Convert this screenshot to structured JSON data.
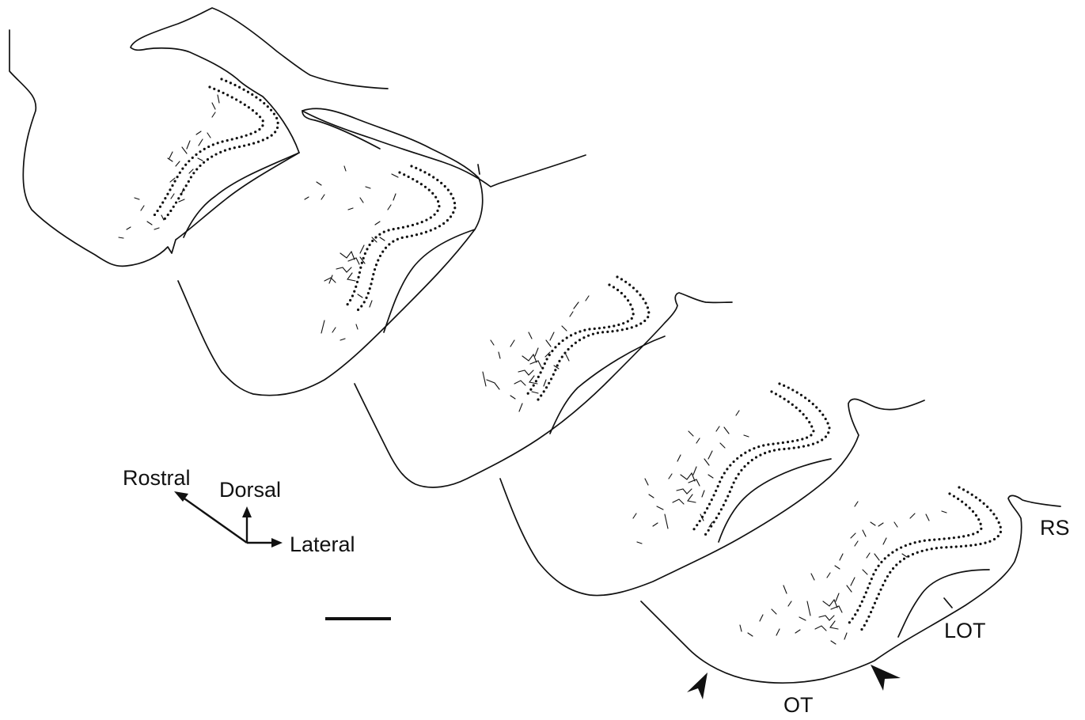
{
  "figure": {
    "labels": {
      "rostral": "Rostral",
      "dorsal": "Dorsal",
      "lateral": "Lateral",
      "rs": "RS",
      "lot": "LOT",
      "ot": "OT"
    },
    "ink_color": "#111111",
    "background_color": "#ffffff",
    "section_count": 5
  }
}
